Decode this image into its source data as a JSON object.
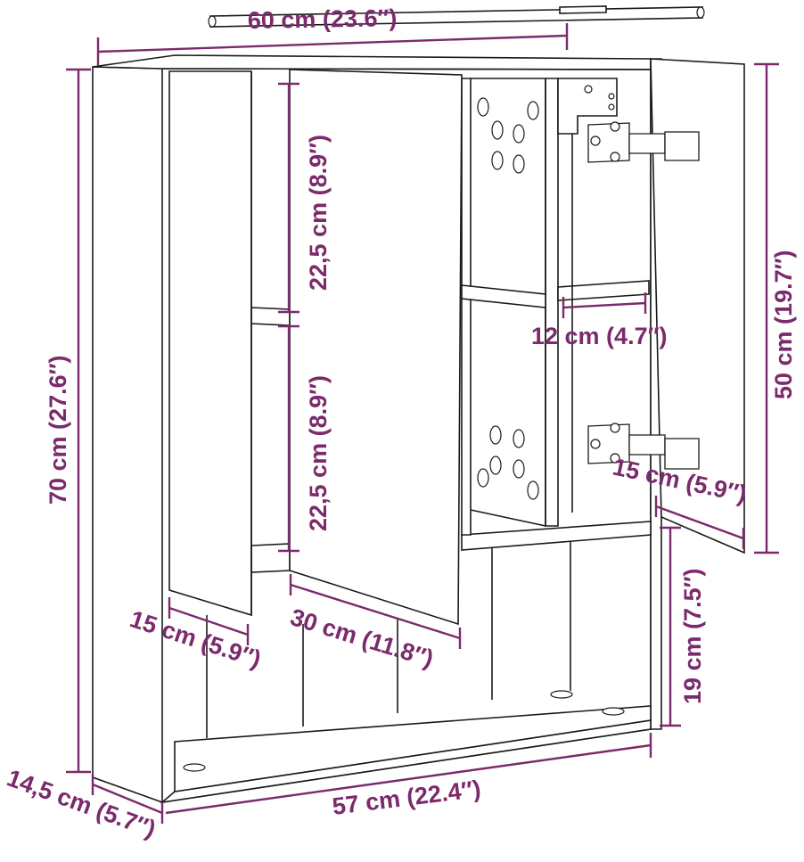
{
  "dimensions": {
    "width_top": "60 cm (23.6″)",
    "height_total": "70 cm (27.6″)",
    "depth": "14,5 cm (5.7″)",
    "width_bottom": "57 cm (22.4″)",
    "shelf_upper": "22,5 cm (8.9″)",
    "shelf_lower": "22,5 cm (8.9″)",
    "door_left_depth": "15 cm (5.9″)",
    "door_mid_width": "30 cm (11.8″)",
    "inner_width": "12 cm (4.7″)",
    "door_height": "50 cm (19.7″)",
    "door_right_depth": "15 cm (5.9″)",
    "bottom_height": "19 cm (7.5″)"
  },
  "colors": {
    "dimension": "#7b2a6b",
    "outline": "#1a1a1a"
  },
  "icons": [
    "hinge-icon",
    "mounting-rail-icon",
    "wall-bracket-icon"
  ]
}
